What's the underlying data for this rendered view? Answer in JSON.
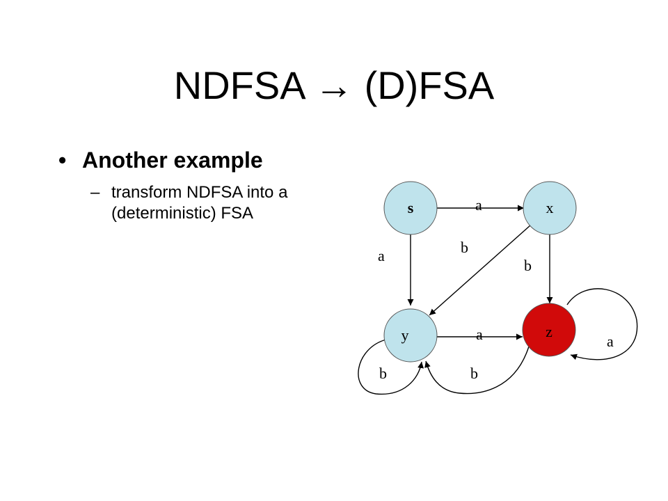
{
  "slide": {
    "title": "NDFSA → (D)FSA",
    "bullet": {
      "marker": "•",
      "text": "Another example"
    },
    "sub_bullet": {
      "marker": "–",
      "lines": [
        "transform NDFSA into a",
        "(deterministic) FSA"
      ]
    }
  },
  "automaton": {
    "states": [
      {
        "id": "s",
        "label": "s",
        "color": "#bfe3ec",
        "final": false
      },
      {
        "id": "x",
        "label": "x",
        "color": "#bfe3ec",
        "final": false
      },
      {
        "id": "y",
        "label": "y",
        "color": "#bfe3ec",
        "final": false
      },
      {
        "id": "z",
        "label": "z",
        "color": "#d10a0a",
        "final": true
      }
    ],
    "transitions": [
      {
        "from": "s",
        "to": "x",
        "label": "a"
      },
      {
        "from": "s",
        "to": "y",
        "label": "a"
      },
      {
        "from": "x",
        "to": "y",
        "label": "b"
      },
      {
        "from": "x",
        "to": "z",
        "label": "b"
      },
      {
        "from": "y",
        "to": "z",
        "label": "a"
      },
      {
        "from": "y",
        "to": "y",
        "label": "b"
      },
      {
        "from": "z",
        "to": "y",
        "label": "b"
      },
      {
        "from": "z",
        "to": "z",
        "label": "a"
      }
    ]
  }
}
